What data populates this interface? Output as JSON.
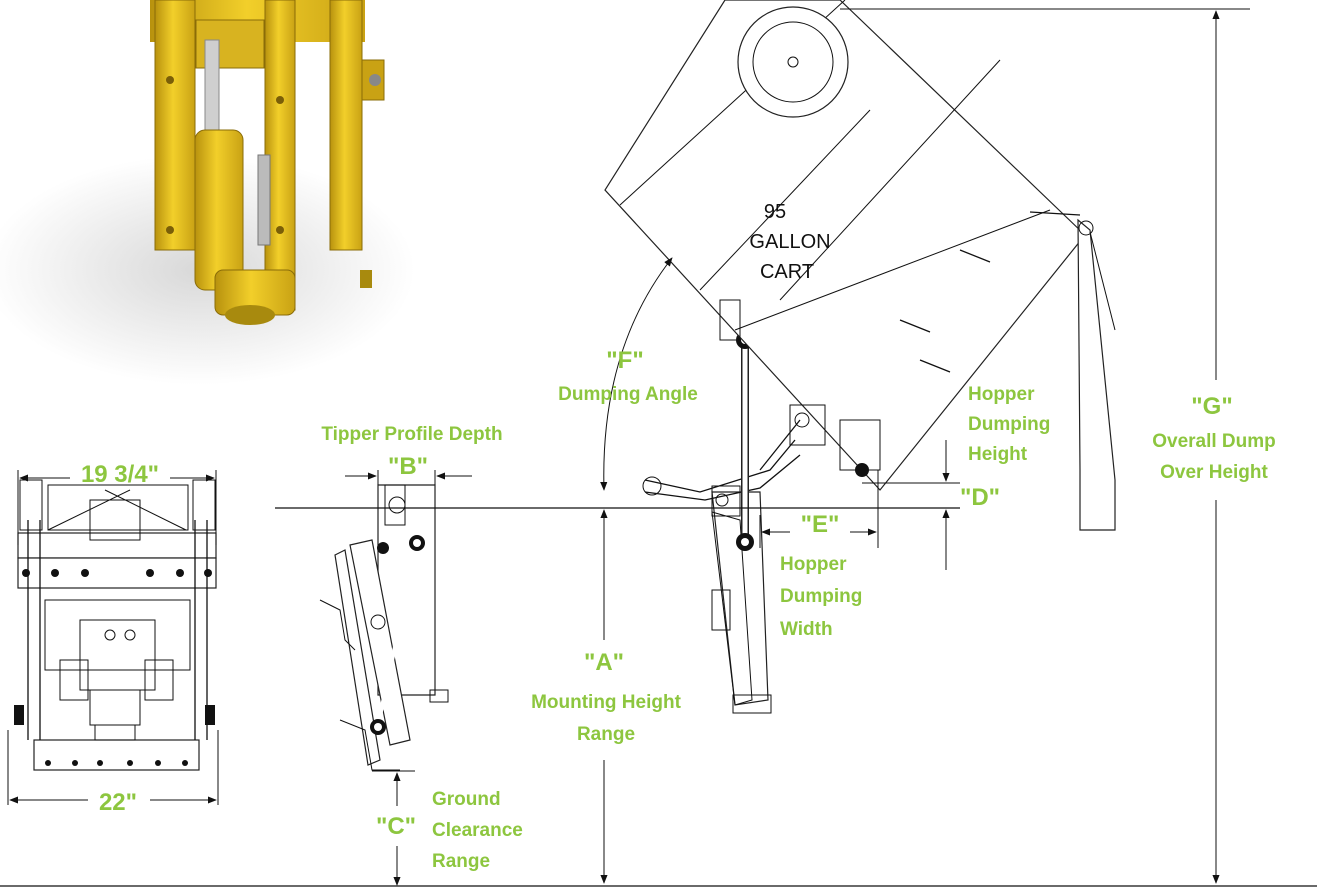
{
  "labels": {
    "width_top": "19 3/4\"",
    "width_bottom": "22\"",
    "b_title": "Tipper Profile Depth",
    "b_mark": "\"B\"",
    "c_mark": "\"C\"",
    "c_text1": "Ground",
    "c_text2": "Clearance",
    "c_text3": "Range",
    "a_mark": "\"A\"",
    "a_text1": "Mounting Height",
    "a_text2": "Range",
    "f_mark": "\"F\"",
    "f_text": "Dumping Angle",
    "e_mark": "\"E\"",
    "e_text1": "Hopper",
    "e_text2": "Dumping",
    "e_text3": "Width",
    "d_mark": "\"D\"",
    "d_text1": "Hopper",
    "d_text2": "Dumping",
    "d_text3": "Height",
    "g_mark": "\"G\"",
    "g_text1": "Overall Dump",
    "g_text2": "Over Height",
    "cart1": "95",
    "cart2": "GALLON",
    "cart3": "CART"
  },
  "colors": {
    "label_green": "#8dc63f",
    "line": "#111111",
    "yellow": "#e8c020"
  }
}
